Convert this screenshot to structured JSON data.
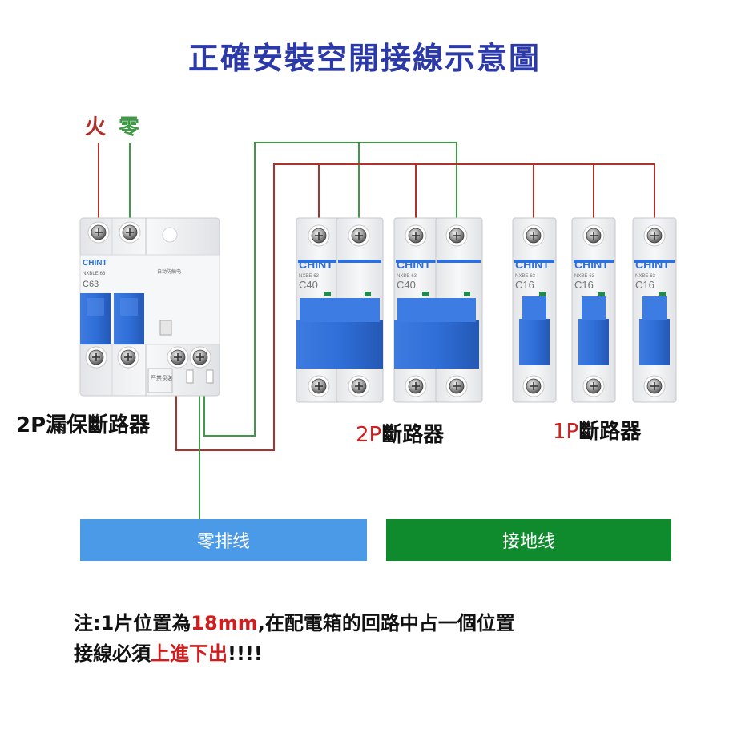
{
  "title": "正確安裝空開接線示意圖",
  "colors": {
    "title": "#2b3aa8",
    "live_wire": "#b0302a",
    "neutral_wire": "#3f9a45",
    "red_text": "#d11d1d",
    "zero_bar": "#4b9ae8",
    "ground_bar": "#0f8a2c",
    "breaker_blue": "#2f6fd8",
    "breaker_body": "#f2f3f5"
  },
  "source": {
    "live": "火",
    "neutral": "零"
  },
  "rcd": {
    "label": "2P漏保斷路器",
    "brand": "CHINT",
    "model": "NXBLE-63",
    "rating": "C63",
    "device_text": "自动防触电",
    "bottom_tag": "严禁倒装"
  },
  "groups": {
    "two_pole": {
      "prefix": "2P",
      "suffix": "斷路器"
    },
    "one_pole": {
      "prefix": "1P",
      "suffix": "斷路器"
    }
  },
  "breakers": [
    {
      "brand": "CHINT",
      "model": "NXBE-63",
      "rating": "C40"
    },
    {
      "brand": "CHINT",
      "model": "NXBE-63",
      "rating": "C40"
    },
    {
      "brand": "CHINT",
      "model": "NXBE-63",
      "rating": "C16"
    },
    {
      "brand": "CHINT",
      "model": "NXBE-63",
      "rating": "C16"
    },
    {
      "brand": "CHINT",
      "model": "NXBE-63",
      "rating": "C16"
    }
  ],
  "bars": {
    "zero": "零排线",
    "ground": "接地线"
  },
  "note": {
    "line1_a": "注:1片位置為",
    "line1_b": "18mm",
    "line1_c": ",在配電箱的回路中占一個位置",
    "line2_a": "接線必須",
    "line2_b": "上進下出",
    "line2_c": "!!!!"
  }
}
